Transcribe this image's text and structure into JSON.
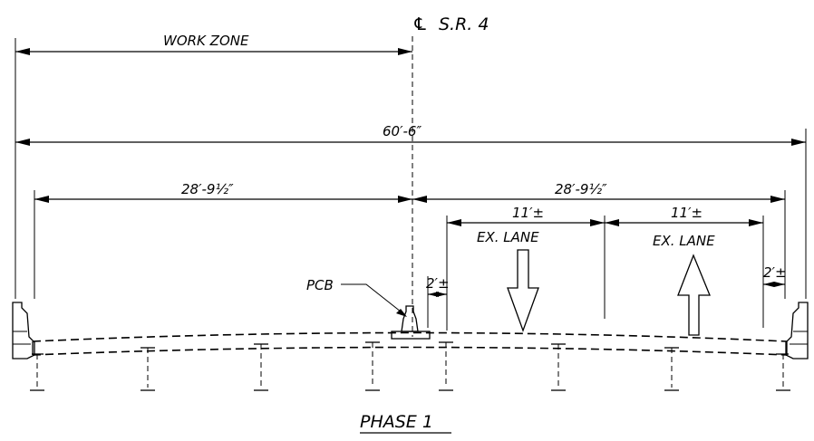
{
  "centerline": {
    "symbol": "℄",
    "route": "S.R. 4"
  },
  "dimensions": {
    "work_zone": "WORK ZONE",
    "overall": "60′-6″",
    "left_half": "28′-9½″",
    "right_half": "28′-9½″",
    "lane_width_1": "11′±",
    "lane_width_2": "11′±",
    "offset_left": "2′±",
    "offset_right": "2′±"
  },
  "lanes": [
    {
      "label": "EX. LANE",
      "direction": "down"
    },
    {
      "label": "EX. LANE",
      "direction": "up"
    }
  ],
  "barrier": {
    "label": "PCB"
  },
  "phase_title": "PHASE 1"
}
